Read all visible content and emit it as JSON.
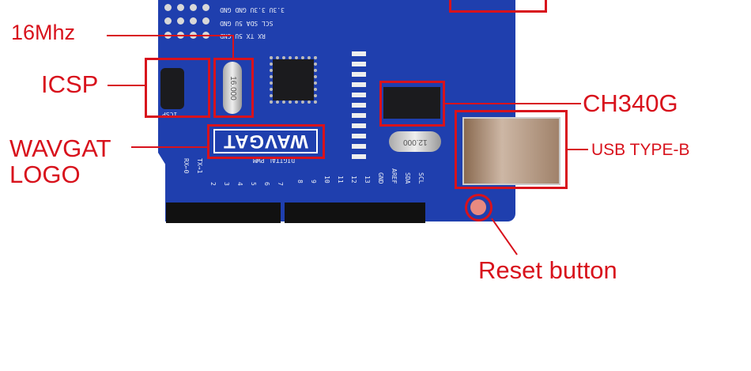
{
  "labels": {
    "crystal": "16Mhz",
    "icsp": "ICSP",
    "logo_line1": "WAVGAT",
    "logo_line2": "LOGO",
    "usb_chip": "CH340G",
    "usb_port": "USB TYPE-B",
    "reset": "Reset button"
  },
  "board": {
    "logo_text": "WAVGAT",
    "silk_row1": "3.3U 3.3U GND GND",
    "silk_row2": "SCL SDA 5U GND",
    "silk_row3": "RX TX 5U GND",
    "digital_pwm": "DIGITAL PWM",
    "crystal_16": "16.000",
    "crystal_12": "12.000",
    "icsp_silk": "ICSP",
    "pins_left": [
      "RX←0",
      "TX→1",
      "2",
      "3",
      "4",
      "5",
      "6",
      "7"
    ],
    "pins_right": [
      "8",
      "9",
      "10",
      "11",
      "12",
      "13",
      "GND",
      "AREF",
      "SDA",
      "SCL"
    ]
  },
  "colors": {
    "annotation": "#d8121c",
    "board": "#1f3fae"
  }
}
